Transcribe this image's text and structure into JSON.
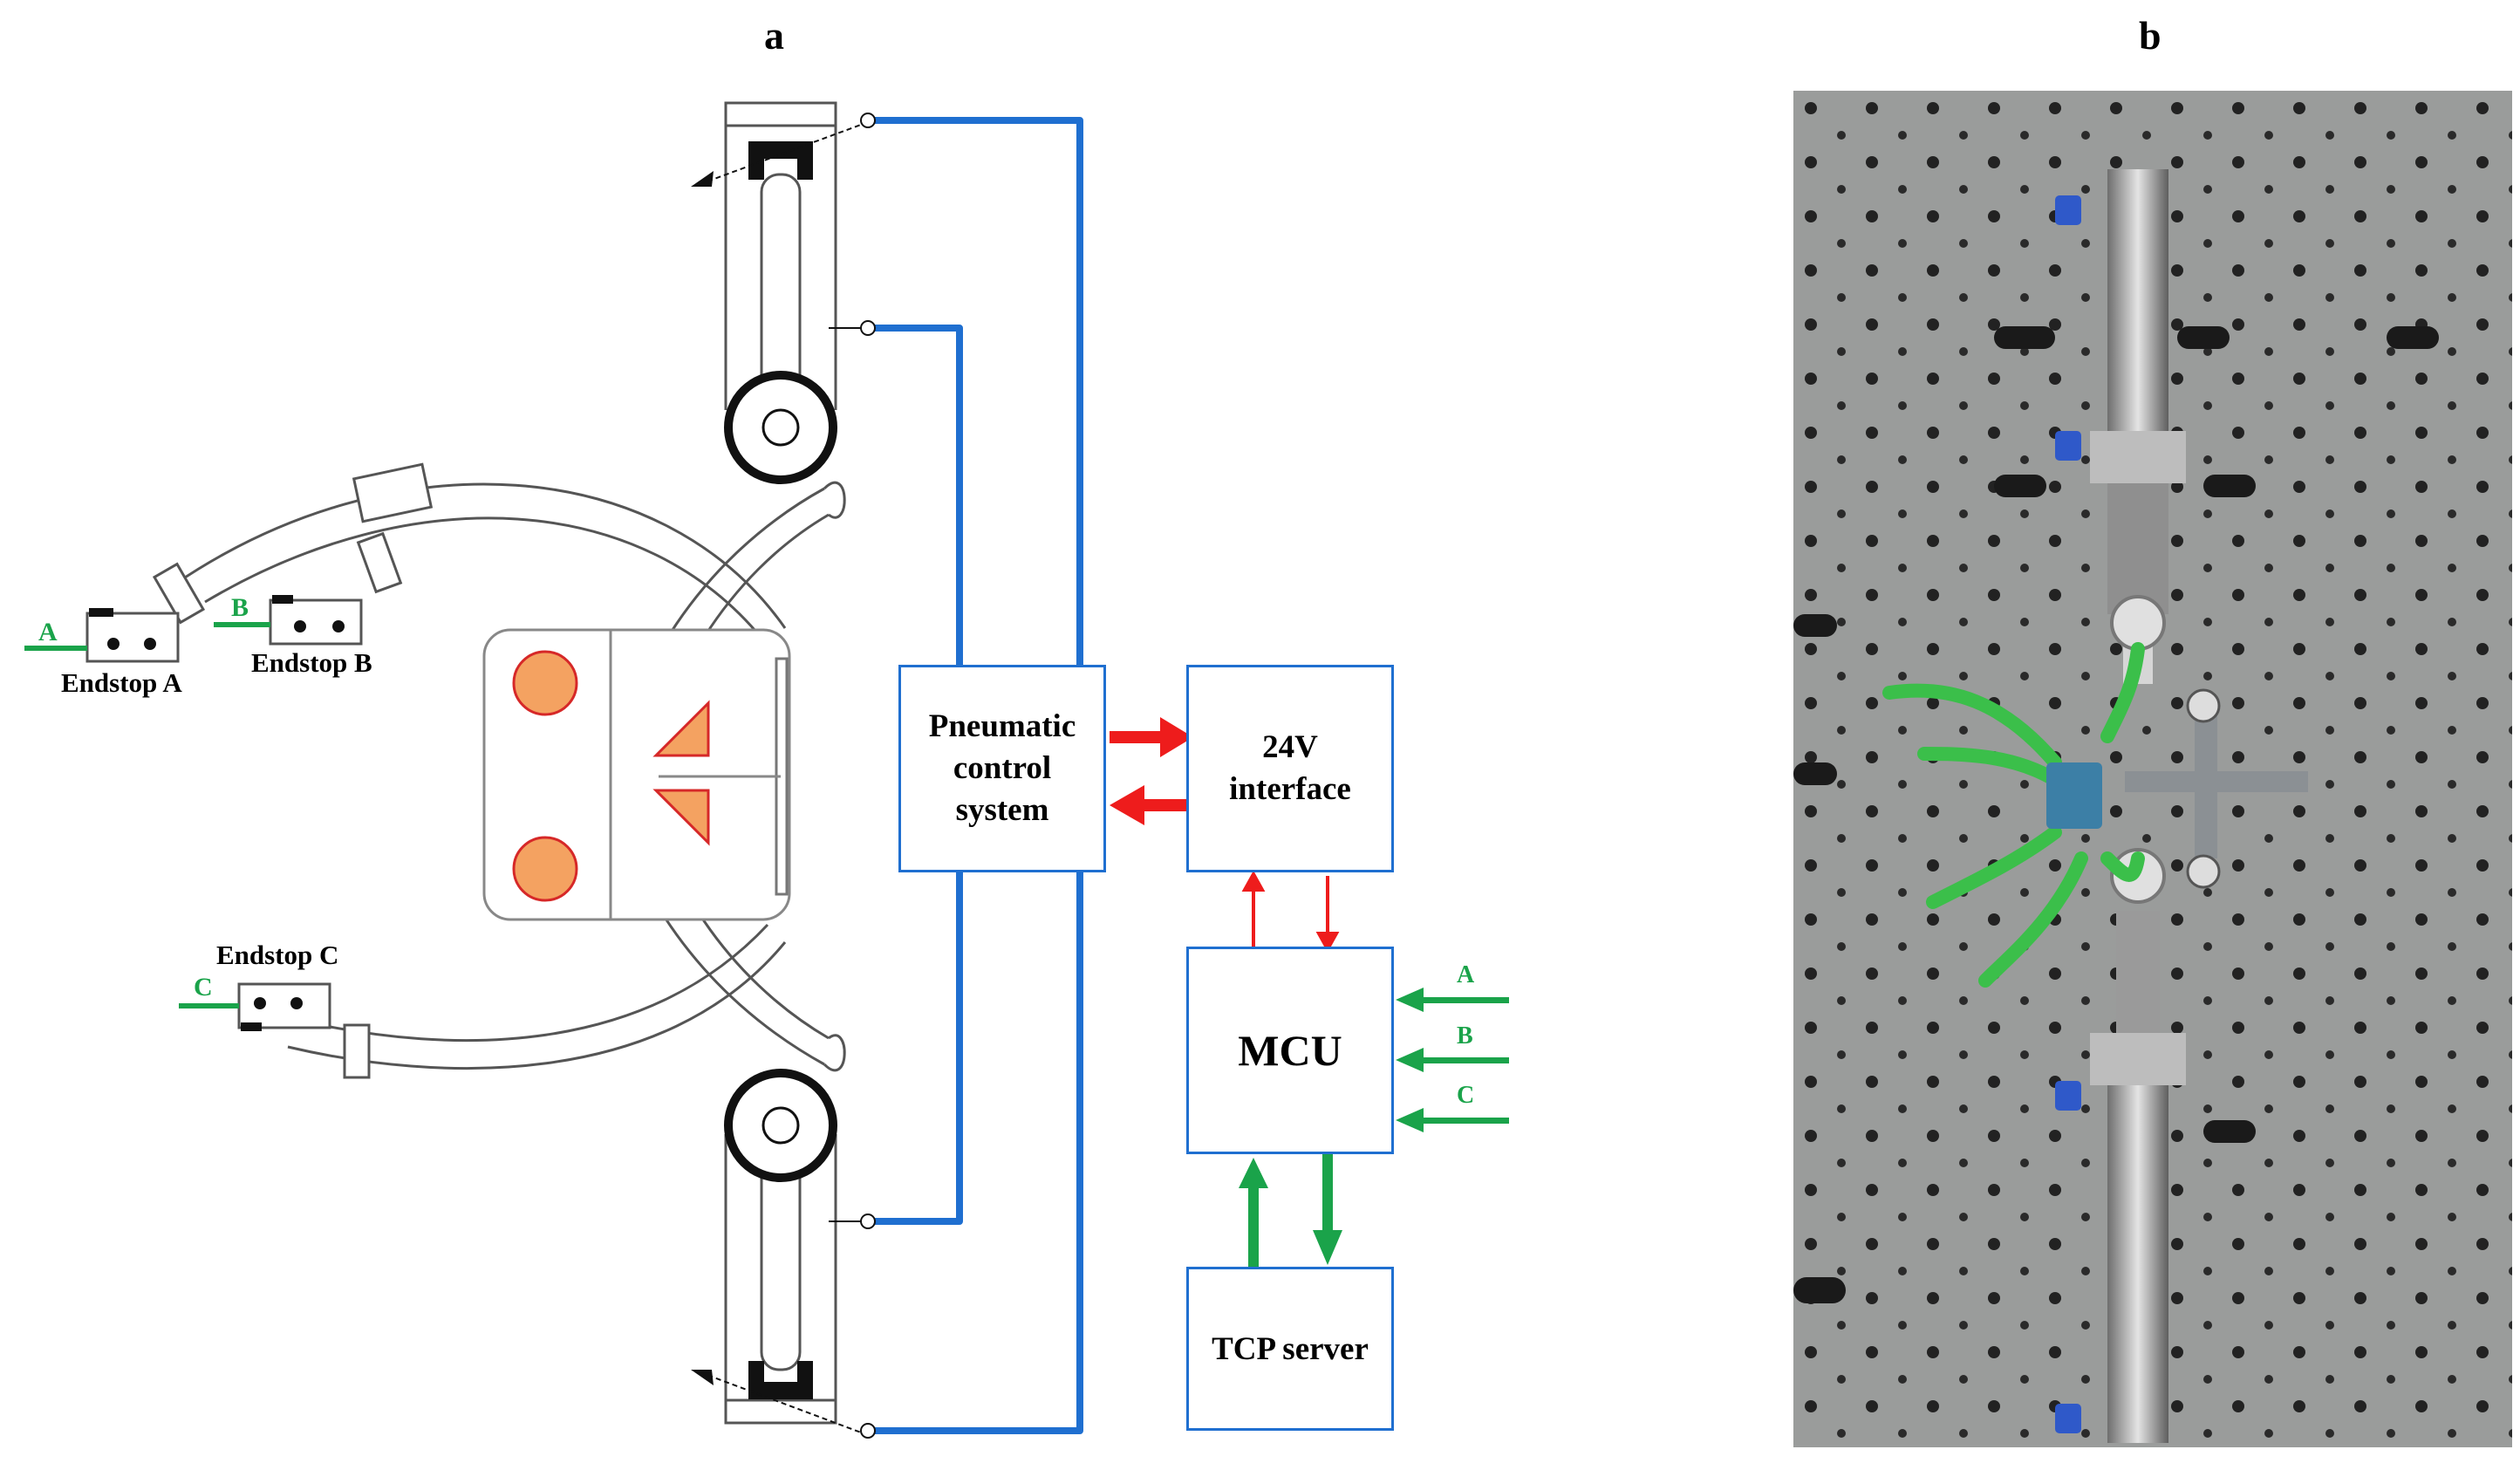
{
  "panels": {
    "a_label": "a",
    "b_label": "b"
  },
  "blocks": {
    "pneumatic": "Pneumatic control system",
    "interface": "24V interface",
    "mcu": "MCU",
    "tcp": "TCP server"
  },
  "endstops": {
    "a_label": "Endstop A",
    "b_label": "Endstop B",
    "c_label": "Endstop C",
    "a_signal": "A",
    "b_signal": "B",
    "c_signal": "C"
  },
  "mcu_inputs": [
    "A",
    "B",
    "C"
  ],
  "colors": {
    "pneumatic_line": "#1f6fd0",
    "power_arrow": "#ee1c1c",
    "signal_arrow": "#1aa34a",
    "target_fill": "#f4a261",
    "target_stroke": "#d62828",
    "panel_bg": "#9a9c9b"
  }
}
